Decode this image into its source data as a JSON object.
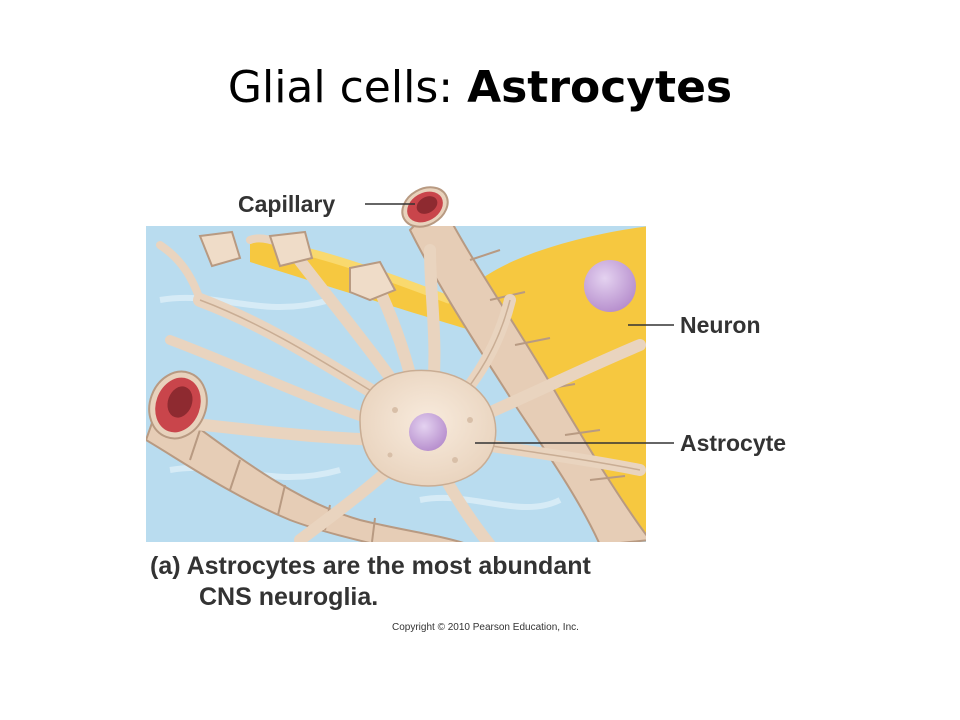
{
  "slide": {
    "title_plain": "Glial cells:  ",
    "title_bold": "Astrocytes"
  },
  "figure": {
    "labels": {
      "capillary": "Capillary",
      "neuron": "Neuron",
      "astrocyte": "Astrocyte"
    },
    "caption_line1": "(a) Astrocytes are the most abundant",
    "caption_line2": "CNS neuroglia.",
    "copyright": "Copyright © 2010 Pearson Education, Inc."
  },
  "colors": {
    "background_fluid": "#b9dcef",
    "neuron": "#f6c840",
    "astrocyte": "#efdcc8",
    "capillary_red": "#c9454b",
    "nucleus": "#c6a3d8",
    "label_text": "#333333"
  }
}
